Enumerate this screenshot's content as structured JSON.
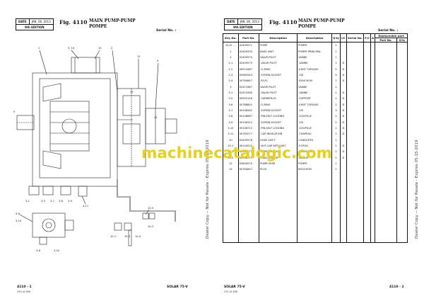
{
  "left": {
    "date_label": "DATE",
    "date_value": "JAN. 06. 2013",
    "edition": "9th EDITION",
    "fig_number": "Fig. 4110",
    "fig_title_1": "MAIN PUMP-PUMP",
    "fig_title_2": "POMPE",
    "serial_label": "Serial No. :",
    "watermark": "Dealer Copy -- Not for Resale - Expires 05-15-2019",
    "footer_left": "4110 - 1",
    "footer_sub": "290 of 466",
    "footer_right": "SOLAR 75-V",
    "callouts": [
      "1",
      "3, 14",
      "10",
      "2",
      "12",
      "4",
      "11",
      "5",
      "13",
      "3-11",
      "3-1",
      "3-5",
      "3-7",
      "3-8",
      "3-9",
      "3-8",
      "3-10",
      "10-5",
      "10-2",
      "10-1",
      "10-3",
      "10-4",
      "3-8",
      "3-10"
    ]
  },
  "right": {
    "date_label": "DATE",
    "date_value": "JAN. 06. 2013",
    "edition": "9th EDITION",
    "fig_number": "Fig. 4110",
    "fig_title_1": "MAIN PUMP-PUMP",
    "fig_title_2": "POMPE",
    "serial_label": "Serial No. :",
    "watermark": "Dealer Copy -- Not for Resale - Expires 05-15-2019",
    "footer_left": "SOLAR 75-V",
    "footer_sub": "291 of 466",
    "footer_right": "4110 - 2",
    "table_headers": {
      "key": "Key No.",
      "part": "Part No.",
      "desc1": "Description",
      "desc2": "Description",
      "qty": "Q'ty",
      "ic": "I/C",
      "serial": "Serial No.",
      "fc": "F/C",
      "a": "A",
      "replaceable": "Replaceable part",
      "rpart": "Part No.",
      "rqty": "Q'ty"
    },
    "rows": [
      {
        "key": "4110 - -",
        "part": "02409571",
        "desc1": "PUMP",
        "desc2": "POMPE",
        "qty": "1",
        "ic": ""
      },
      {
        "key": "1",
        "part": "02409333",
        "desc1": "BASE UNIT",
        "desc2": "POMPE PRINCIPAL",
        "qty": "1",
        "ic": ""
      },
      {
        "key": "2",
        "part": "02409574",
        "desc1": "VALVE;PILOT",
        "desc2": "VANNE",
        "qty": "1",
        "ic": ""
      },
      {
        "key": "2-1",
        "part": "02409575",
        "desc1": ".VALVE;PILOT",
        "desc2": ".VANNE",
        "qty": "1",
        "ic": "D"
      },
      {
        "key": "2-2",
        "part": "00514487",
        "desc1": ".O-RING",
        "desc2": ".JOINT TORIQUE",
        "qty": "5",
        "ic": "D"
      },
      {
        "key": "2-3",
        "part": "00983443",
        "desc1": ".SCREW;SOCKET",
        "desc2": ".VIS",
        "qty": "4",
        "ic": "D"
      },
      {
        "key": "2-4",
        "part": "00784647",
        "desc1": ".PLUG",
        "desc2": ".BOUCHON",
        "qty": "1",
        "ic": "D"
      },
      {
        "key": "3",
        "part": "02413387",
        "desc1": "VALVE;PILOT",
        "desc2": "VANNE",
        "qty": "1",
        "ic": ""
      },
      {
        "key": "3-1",
        "part": "02413280",
        "desc1": ".VALVE;PILOT",
        "desc2": ".VANNE",
        "qty": "1",
        "ic": "D"
      },
      {
        "key": "3-5",
        "part": "00905146",
        "desc1": ".CARRIER;LR",
        "desc2": ".SUPPORT",
        "qty": "1",
        "ic": "D"
      },
      {
        "key": "3-6",
        "part": "00788601",
        "desc1": ".O-RING",
        "desc2": ".JOINT TORIQUE",
        "qty": "1",
        "ic": "D"
      },
      {
        "key": "3-7",
        "part": "00108282",
        "desc1": ".SCREW;SOCKET",
        "desc2": ".VIS",
        "qty": "3",
        "ic": "D"
      },
      {
        "key": "3-8",
        "part": "00108667",
        "desc1": ".PIN;SELF LOCKING",
        "desc2": ".GOUPILLE",
        "qty": "1",
        "ic": "D"
      },
      {
        "key": "3-9",
        "part": "00108312",
        "desc1": ".SCREW;SOCKET",
        "desc2": ".VIS",
        "qty": "2",
        "ic": "D"
      },
      {
        "key": "3-10",
        "part": "00108712",
        "desc1": ".PIN;SELF LOCKING",
        "desc2": ".GOUPILLE",
        "qty": "1",
        "ic": "D"
      },
      {
        "key": "3-11",
        "part": "00783277",
        "desc1": ".CAP;INSULATION",
        "desc2": ".CHAPEAU",
        "qty": "1",
        "ic": "D"
      },
      {
        "key": "10",
        "part": "02409578",
        "desc1": "HOSE ASS'Y",
        "desc2": "CONDUITES",
        "qty": "1",
        "ic": ""
      },
      {
        "key": "10-1",
        "part": "00104512",
        "desc1": ".NUT;CAP WITH NUT",
        "desc2": ".ECROU",
        "qty": "1",
        "ic": "D"
      },
      {
        "key": "10-2",
        "part": "00946773",
        "desc1": ".NIPPLE;GREASE",
        "desc2": ".GRAISSEUR",
        "qty": "2",
        "ic": "D"
      },
      {
        "key": "10-5",
        "part": "00946779",
        "desc1": ".RING;SPACER",
        "desc2": ".BAGUE",
        "qty": "2",
        "ic": "D"
      },
      {
        "key": "12",
        "part": "02800070",
        "desc1": "PUMP;GEAR",
        "desc2": "POMPE",
        "qty": "1",
        "ic": ""
      },
      {
        "key": "14",
        "part": "00784647",
        "desc1": "PLUG",
        "desc2": "BOUCHON",
        "qty": "1",
        "ic": ""
      }
    ]
  },
  "overlay": {
    "catalog_text": "machinecatalogic.com",
    "catalog_color": "#e8d01c"
  }
}
